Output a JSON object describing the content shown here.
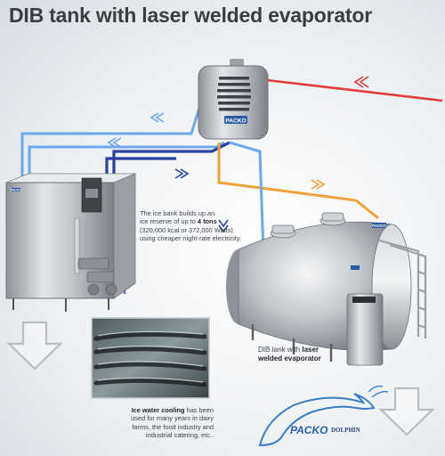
{
  "title": "DIB tank with laser welded evaporator",
  "brand": "PACKO",
  "compressor_label": "PACKO",
  "ice_bank_label": "PACKO",
  "cooling_tank_label": "PACKO",
  "caption_ice_bank": {
    "line1": "The ice bank builds up an",
    "line2_pre": "ice reserve of up to ",
    "line2_bold": "4 tons",
    "line3": "(320,000 kcal or 372,000 Watts)",
    "line4": "using cheaper night-rate electricity."
  },
  "caption_dib": {
    "line1_pre": "DIB tank with ",
    "line1_bold": "laser",
    "line2_bold": "welded evaporator"
  },
  "caption_ice_water": {
    "line1_bold": "Ice water cooling",
    "line1_post": " has been",
    "line2": "used for many years in dairy",
    "line3": "farms, the food industry and",
    "line4": "industrial catering, etc.."
  },
  "dolphin_logo": {
    "brand": "PACKO",
    "product": "DOLPHIN"
  },
  "colors": {
    "pipe_red": "#e23b3b",
    "pipe_orange": "#f0a23a",
    "pipe_blue_light": "#6ea8e8",
    "pipe_blue_dark": "#2a3f9e",
    "stainless": "#b9bec4",
    "brand_blue": "#2c5ea8"
  }
}
